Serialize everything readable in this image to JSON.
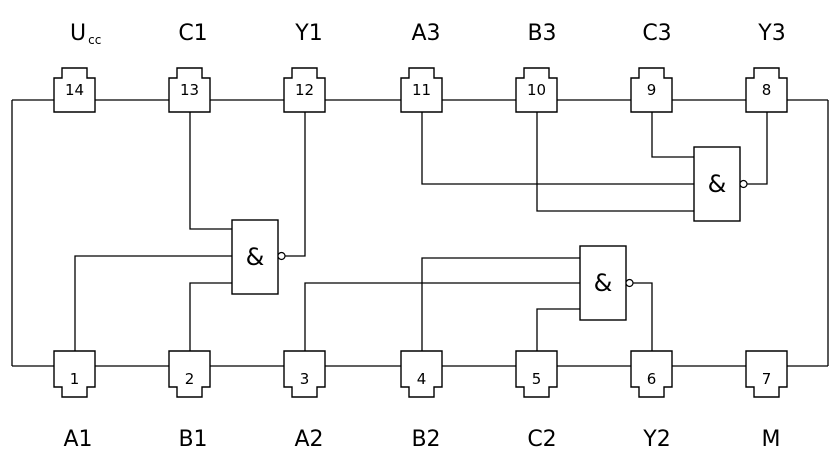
{
  "chip": {
    "top_pins": [
      {
        "number": "14",
        "name": "U",
        "name_sub": "cc"
      },
      {
        "number": "13",
        "name": "C1",
        "name_sub": ""
      },
      {
        "number": "12",
        "name": "Y1",
        "name_sub": ""
      },
      {
        "number": "11",
        "name": "A3",
        "name_sub": ""
      },
      {
        "number": "10",
        "name": "B3",
        "name_sub": ""
      },
      {
        "number": "9",
        "name": "C3",
        "name_sub": ""
      },
      {
        "number": "8",
        "name": "Y3",
        "name_sub": ""
      }
    ],
    "bottom_pins": [
      {
        "number": "1",
        "name": "A1"
      },
      {
        "number": "2",
        "name": "B1"
      },
      {
        "number": "3",
        "name": "A2"
      },
      {
        "number": "4",
        "name": "B2"
      },
      {
        "number": "5",
        "name": "C2"
      },
      {
        "number": "6",
        "name": "Y2"
      },
      {
        "number": "7",
        "name": "M"
      }
    ],
    "gates": [
      {
        "id": "gate-1",
        "symbol": "&",
        "inputs": [
          "C1",
          "A1",
          "B1"
        ],
        "output": "Y1"
      },
      {
        "id": "gate-2",
        "symbol": "&",
        "inputs": [
          "B2",
          "A2",
          "C2"
        ],
        "output": "Y2"
      },
      {
        "id": "gate-3",
        "symbol": "&",
        "inputs": [
          "C3",
          "A3",
          "B3"
        ],
        "output": "Y3"
      }
    ]
  }
}
